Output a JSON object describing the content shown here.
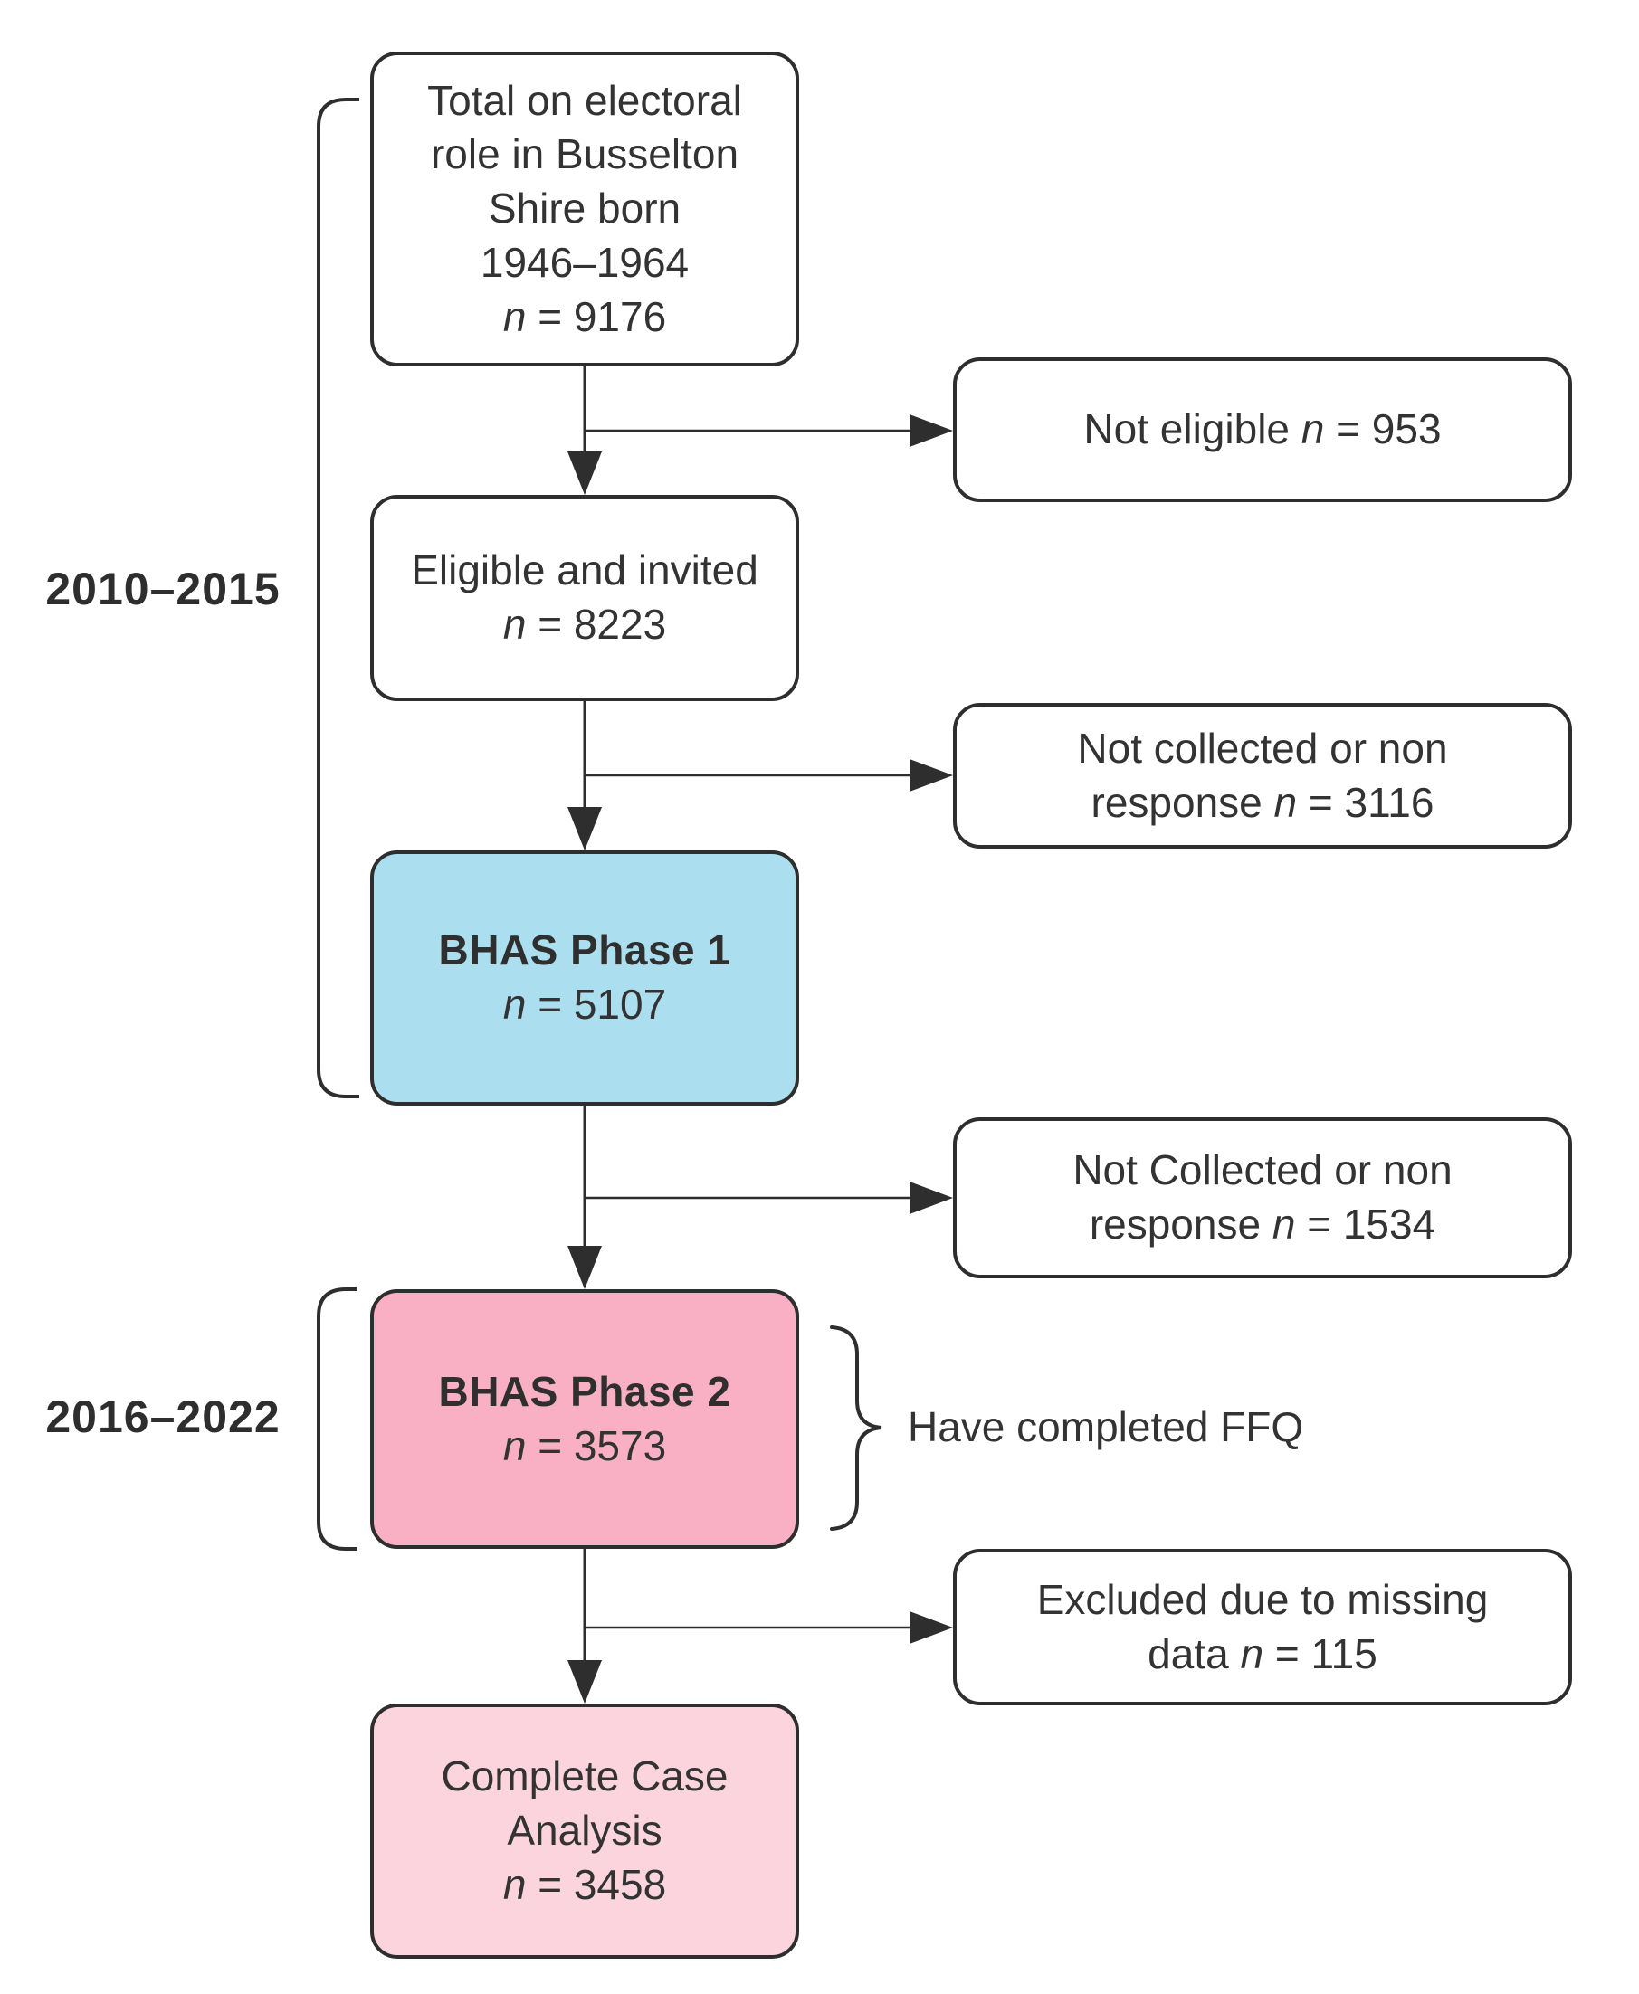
{
  "diagram": {
    "periods": [
      {
        "label": "2010–2015"
      },
      {
        "label": "2016–2022"
      }
    ],
    "main_boxes": [
      {
        "lines": [
          "Total on electoral",
          "role in Busselton",
          "Shire born",
          "1946–1964"
        ],
        "n": "n",
        "value": "= 9176"
      },
      {
        "lines": [
          "Eligible and invited"
        ],
        "n": "n",
        "value": "= 8223"
      },
      {
        "lines": [
          "BHAS Phase 1"
        ],
        "n": "n",
        "value": "= 5107"
      },
      {
        "lines": [
          "BHAS Phase 2"
        ],
        "n": "n",
        "value": "= 3573"
      },
      {
        "lines": [
          "Complete Case",
          "Analysis"
        ],
        "n": "n",
        "value": "= 3458"
      }
    ],
    "side_boxes": [
      {
        "pre": "",
        "tail": "Not eligible",
        "n": "n",
        "value": "= 953"
      },
      {
        "pre": "Not collected or non",
        "tail": "response",
        "n": "n",
        "value": "= 3116"
      },
      {
        "pre": "Not Collected or non",
        "tail": "response",
        "n": "n",
        "value": "= 1534"
      },
      {
        "pre": "Excluded due to missing",
        "tail": "data",
        "n": "n",
        "value": "= 115"
      }
    ],
    "brace_label": "Have completed FFQ",
    "colors": {
      "phase1_fill": "#abdff0",
      "phase2_fill": "#f9b0c4",
      "complete_case_fill": "#fbd4de",
      "line": "#2e2e2e",
      "text": "#333333"
    }
  }
}
